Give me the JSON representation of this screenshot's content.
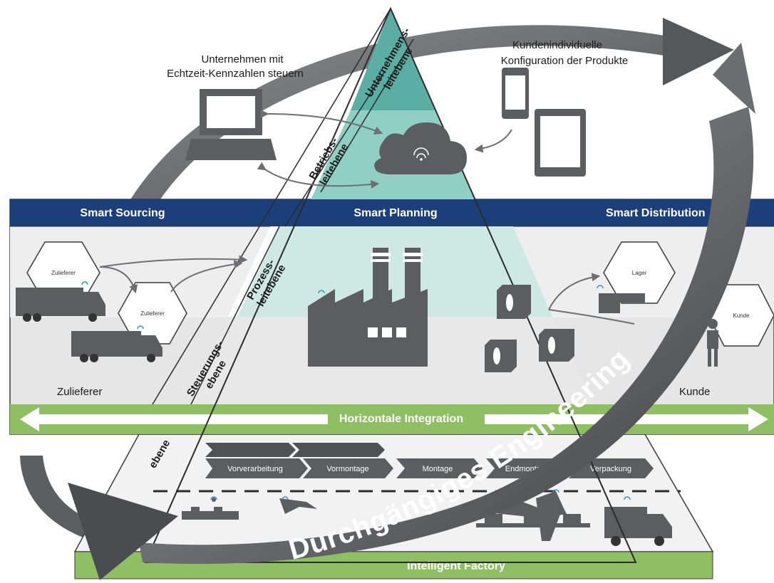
{
  "top_notes": {
    "left_line1": "Unternehmen mit",
    "left_line2": "Echtzeit-Kennzahlen steuern",
    "right_line1": "Kundenindividuelle",
    "right_line2": "Konfiguration der Produkte"
  },
  "bands": {
    "sourcing": "Smart Sourcing",
    "planning": "Smart Planning",
    "distribution": "Smart Distribution"
  },
  "levels": {
    "unternehmen_1": "Unternehmens-",
    "unternehmen_2": "leitebene",
    "betrieb_1": "Betriebs-",
    "betrieb_2": "leitebene",
    "prozess_1": "Prozess-",
    "prozess_2": "leitebene",
    "steuerung_1": "Steuerungs-",
    "steuerung_2": "ebene",
    "feld": "ebene"
  },
  "nodes": {
    "zulieferer_a": "Zulieferer",
    "zulieferer_b": "Zulieferer",
    "lager": "Lager",
    "kunde_small": "Kunde"
  },
  "side_labels": {
    "left": "Zulieferer",
    "right": "Kunde"
  },
  "horizontal": "Horizontale Integration",
  "process_steps": [
    "Vorverarbeitung",
    "Vormontage",
    "Montage",
    "Endmontage",
    "Verpackung"
  ],
  "factory_label": "Intelligent Factory",
  "engineering": "Durchgängiges Engineering",
  "colors": {
    "navy": "#1c3f7a",
    "teal_dark": "#5aaea3",
    "teal_mid": "#8fcfc4",
    "teal_light": "#cde9e1",
    "green": "#8fbf63",
    "gray_icon": "#5b5d60",
    "arrow_gray": "#6d6f72"
  }
}
